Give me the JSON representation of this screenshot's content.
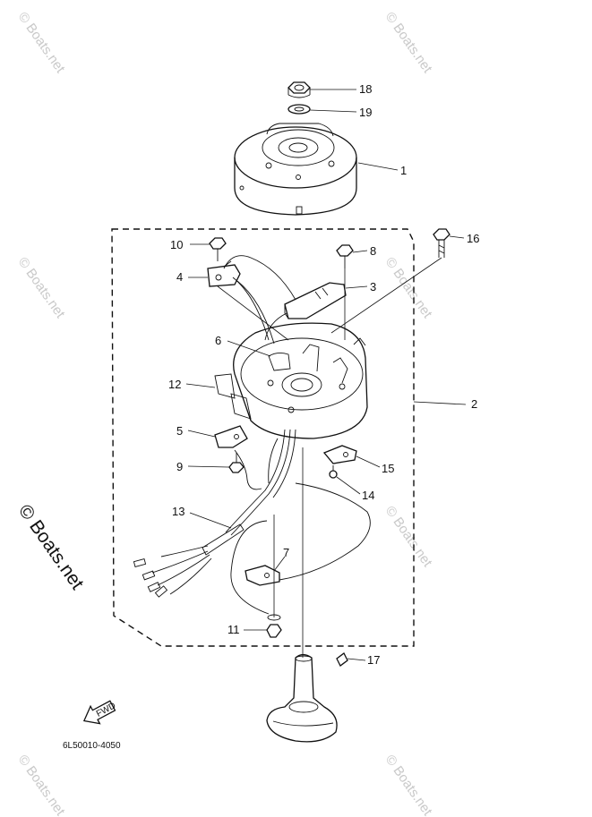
{
  "diagram": {
    "doc_code": "6L50010-4050",
    "fwd_label": "FWD",
    "watermark": "© Boats.net",
    "watermark_large": "© Boats.net",
    "callouts": [
      "18",
      "19",
      "1",
      "16",
      "10",
      "8",
      "4",
      "3",
      "6",
      "12",
      "2",
      "5",
      "15",
      "9",
      "14",
      "13",
      "7",
      "11",
      "17"
    ]
  }
}
